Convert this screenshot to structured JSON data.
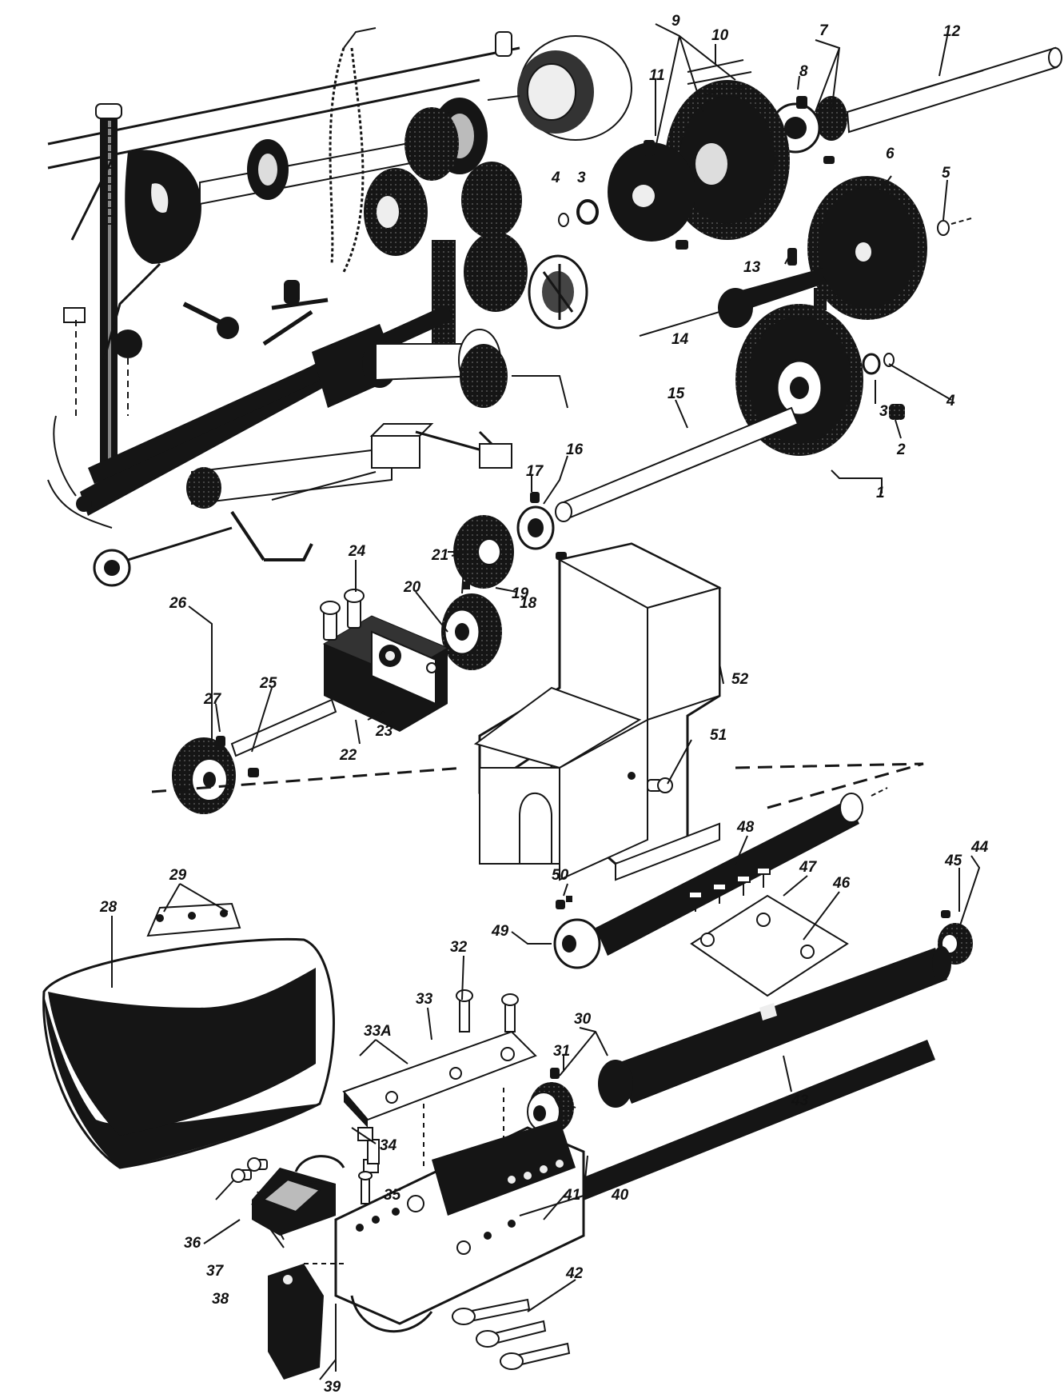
{
  "colors": {
    "ink": "#151515",
    "paper": "#ffffff"
  },
  "labels": [
    {
      "id": "1",
      "text": "1"
    },
    {
      "id": "2a",
      "text": "2"
    },
    {
      "id": "3a",
      "text": "3"
    },
    {
      "id": "3b",
      "text": "3"
    },
    {
      "id": "4a",
      "text": "4"
    },
    {
      "id": "4b",
      "text": "4"
    },
    {
      "id": "5",
      "text": "5"
    },
    {
      "id": "6",
      "text": "6"
    },
    {
      "id": "7",
      "text": "7"
    },
    {
      "id": "8",
      "text": "8"
    },
    {
      "id": "9",
      "text": "9"
    },
    {
      "id": "10",
      "text": "10"
    },
    {
      "id": "11",
      "text": "11"
    },
    {
      "id": "12",
      "text": "12"
    },
    {
      "id": "13",
      "text": "13"
    },
    {
      "id": "14",
      "text": "14"
    },
    {
      "id": "15",
      "text": "15"
    },
    {
      "id": "16",
      "text": "16"
    },
    {
      "id": "17",
      "text": "17"
    },
    {
      "id": "18",
      "text": "18"
    },
    {
      "id": "19",
      "text": "19"
    },
    {
      "id": "20",
      "text": "20"
    },
    {
      "id": "21",
      "text": "21"
    },
    {
      "id": "22",
      "text": "22"
    },
    {
      "id": "23",
      "text": "23"
    },
    {
      "id": "24",
      "text": "24"
    },
    {
      "id": "25",
      "text": "25"
    },
    {
      "id": "26",
      "text": "26"
    },
    {
      "id": "27",
      "text": "27"
    },
    {
      "id": "28",
      "text": "28"
    },
    {
      "id": "29",
      "text": "29"
    },
    {
      "id": "30",
      "text": "30"
    },
    {
      "id": "31",
      "text": "31"
    },
    {
      "id": "32",
      "text": "32"
    },
    {
      "id": "33",
      "text": "33"
    },
    {
      "id": "33A",
      "text": "33A"
    },
    {
      "id": "34",
      "text": "34"
    },
    {
      "id": "35",
      "text": "35"
    },
    {
      "id": "36",
      "text": "36"
    },
    {
      "id": "37",
      "text": "37"
    },
    {
      "id": "38",
      "text": "38"
    },
    {
      "id": "39",
      "text": "39"
    },
    {
      "id": "40",
      "text": "40"
    },
    {
      "id": "41",
      "text": "41"
    },
    {
      "id": "42",
      "text": "42"
    },
    {
      "id": "43",
      "text": "43"
    },
    {
      "id": "44",
      "text": "44"
    },
    {
      "id": "45",
      "text": "45"
    },
    {
      "id": "46",
      "text": "46"
    },
    {
      "id": "47",
      "text": "47"
    },
    {
      "id": "48",
      "text": "48"
    },
    {
      "id": "49",
      "text": "49"
    },
    {
      "id": "50",
      "text": "50"
    },
    {
      "id": "51",
      "text": "51"
    },
    {
      "id": "52",
      "text": "52"
    }
  ]
}
